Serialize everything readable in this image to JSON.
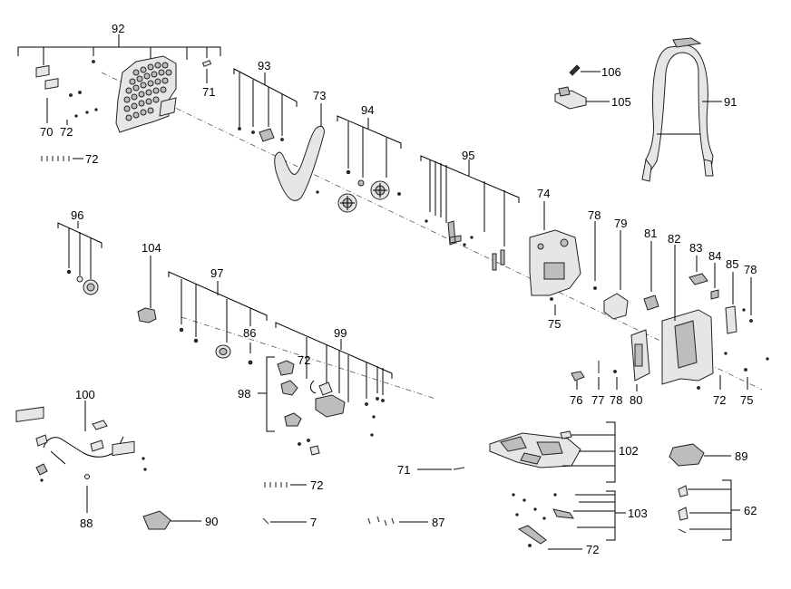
{
  "labels": {
    "l92": "92",
    "l71a": "71",
    "l70": "70",
    "l72a": "72",
    "l72b": "72",
    "l93": "93",
    "l73": "73",
    "l94": "94",
    "l95": "95",
    "l106": "106",
    "l105": "105",
    "l91": "91",
    "l96": "96",
    "l104": "104",
    "l97": "97",
    "l86": "86",
    "l74": "74",
    "l78a": "78",
    "l79": "79",
    "l81": "81",
    "l82": "82",
    "l83": "83",
    "l84": "84",
    "l85": "85",
    "l78b": "78",
    "l75a": "75",
    "l99": "99",
    "l72c": "72",
    "l98": "98",
    "l76": "76",
    "l77": "77",
    "l78c": "78",
    "l80": "80",
    "l72d": "72",
    "l75b": "75",
    "l100": "100",
    "l102": "102",
    "l89": "89",
    "l71b": "71",
    "l72e": "72",
    "l103": "103",
    "l62": "62",
    "l88": "88",
    "l90": "90",
    "l7": "7",
    "l87": "87",
    "l72f": "72"
  }
}
